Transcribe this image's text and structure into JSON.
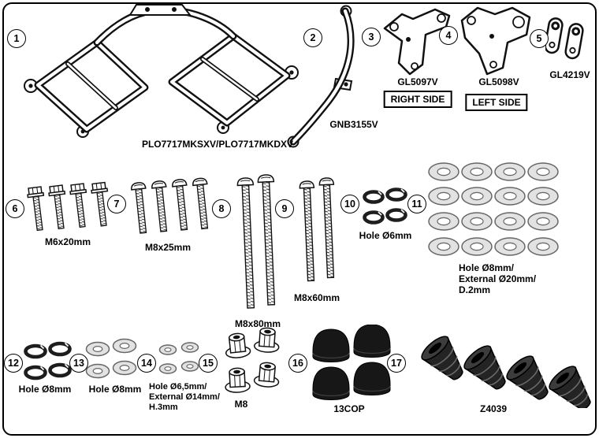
{
  "parts": {
    "p1": {
      "num": "1",
      "label": "PLO7717MKSXV/PLO7717MKDXV"
    },
    "p2": {
      "num": "2",
      "label": "GNB3155V"
    },
    "p3": {
      "num": "3",
      "label": "GL5097V",
      "side": "RIGHT SIDE"
    },
    "p4": {
      "num": "4",
      "label": "GL5098V",
      "side": "LEFT SIDE"
    },
    "p5": {
      "num": "5",
      "label": "GL4219V"
    },
    "p6": {
      "num": "6",
      "label": "M6x20mm"
    },
    "p7": {
      "num": "7",
      "label": "M8x25mm"
    },
    "p8": {
      "num": "8",
      "label": "M8x80mm"
    },
    "p9": {
      "num": "9",
      "label": "M8x60mm"
    },
    "p10": {
      "num": "10",
      "label": "Hole Ø6mm"
    },
    "p11": {
      "num": "11",
      "label": "Hole Ø8mm/\nExternal Ø20mm/\nD.2mm"
    },
    "p12": {
      "num": "12",
      "label": "Hole Ø8mm"
    },
    "p13": {
      "num": "13",
      "label": "Hole Ø8mm"
    },
    "p14": {
      "num": "14",
      "label": "Hole Ø6,5mm/\nExternal Ø14mm/\nH.3mm"
    },
    "p15": {
      "num": "15",
      "label": "M8"
    },
    "p16": {
      "num": "16",
      "label": "13COP"
    },
    "p17": {
      "num": "17",
      "label": "Z4039"
    }
  }
}
